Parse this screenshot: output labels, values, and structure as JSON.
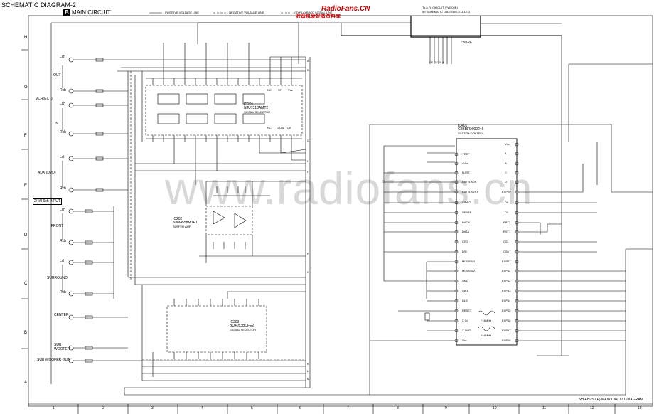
{
  "sheet": {
    "title": "SCHEMATIC DIAGRAM-2",
    "section_badge": "B",
    "section_title": "MAIN CIRCUIT",
    "footer": "SH-EH750(E) MAIN CIRCUIT DIAGRAM"
  },
  "legend": {
    "positive": ": POSITIVE VOLTAGE LINE",
    "negative": ": NEGATIVE VOLTAGE LINE",
    "cd_playback": ": CD PLAYBACK SIGNAL LINE"
  },
  "logo": {
    "brand": "RadioFans.CN",
    "cn": "收音机爱好者资料库"
  },
  "watermark": "www.radiofans.cn",
  "fl_ref": {
    "line1": "To A FL CIRCUIT (FW502B)",
    "line2": "on SCHEMATIC DIAGRAM-1/11,12-D",
    "connector": "FW502A",
    "pins": "F E D C B A"
  },
  "rows": [
    "H",
    "G",
    "F",
    "E",
    "D",
    "C",
    "B",
    "A"
  ],
  "cols": [
    "1",
    "2",
    "3",
    "4",
    "5",
    "6",
    "7",
    "8",
    "9",
    "10",
    "11",
    "12",
    "13"
  ],
  "inputs": {
    "lch1": "Lch",
    "out": "OUT",
    "rch1": "Rch",
    "vcr": "VCR(EXT)",
    "lch2": "Lch",
    "in": "IN",
    "rch2": "Rch",
    "lch3": "Lch",
    "aux": "AUX (DVD)",
    "rch3": "Rch",
    "ch210": "2/4/0 6ch INPUT",
    "lch4": "Lch",
    "front": "FRONT",
    "rch4": "Rch",
    "lch5": "Lch",
    "surround": "SURROUND",
    "rch5": "Rch",
    "center": "CENTER",
    "sub": "SUB",
    "woofer": "WOOFER",
    "sub_out": "SUB WOOFER OUT"
  },
  "ics": {
    "ic201": {
      "ref": "IC201",
      "part": "NJU7313AMT2",
      "func": "SIGNAL SELECTOR"
    },
    "ic202": {
      "ref": "IC202",
      "part": "NJM4558MTE1",
      "func": "BUFFER AMP"
    },
    "ic203": {
      "ref": "IC203",
      "part": "BU4053BCFE2",
      "func": "SIGNAL SELECTOR"
    },
    "ic401": {
      "ref": "IC401",
      "part": "C2BBFD000246",
      "func": "SYSTEM CONTROL"
    }
  },
  "ic201_pins": {
    "top": [
      "NC",
      "ST",
      "Vss"
    ],
    "bottom": [
      "NC",
      "DATA",
      "CK"
    ]
  },
  "ic401_left": [
    "VREF",
    "AVss",
    "NJ ST",
    "BIO N.ACK",
    "BIO N.BUSY",
    "VIDEO",
    "SENSE",
    "DACK",
    "DATA",
    "CS0",
    "DSI",
    "MODEW3",
    "MODEW2",
    "SMD",
    "SW1",
    "DLS",
    "RESET",
    "X IN",
    "X OUT",
    "Vss"
  ],
  "ic401_right": [
    "Vcc",
    "A",
    "B",
    "C",
    "D",
    "EXP20",
    "D0",
    "D1",
    "RBT2",
    "RST1",
    "CS1",
    "CS0",
    "EXP27",
    "EXP11",
    "EXP12",
    "EXP13",
    "EXP14",
    "EXP15",
    "EXP16",
    "EXP17",
    "EXP18"
  ],
  "conn": [
    "A",
    "B",
    "C",
    "H",
    "I",
    "F",
    "G",
    "K",
    "L",
    "M"
  ],
  "crystals": [
    "F=8MHz",
    "F=8MHz"
  ]
}
